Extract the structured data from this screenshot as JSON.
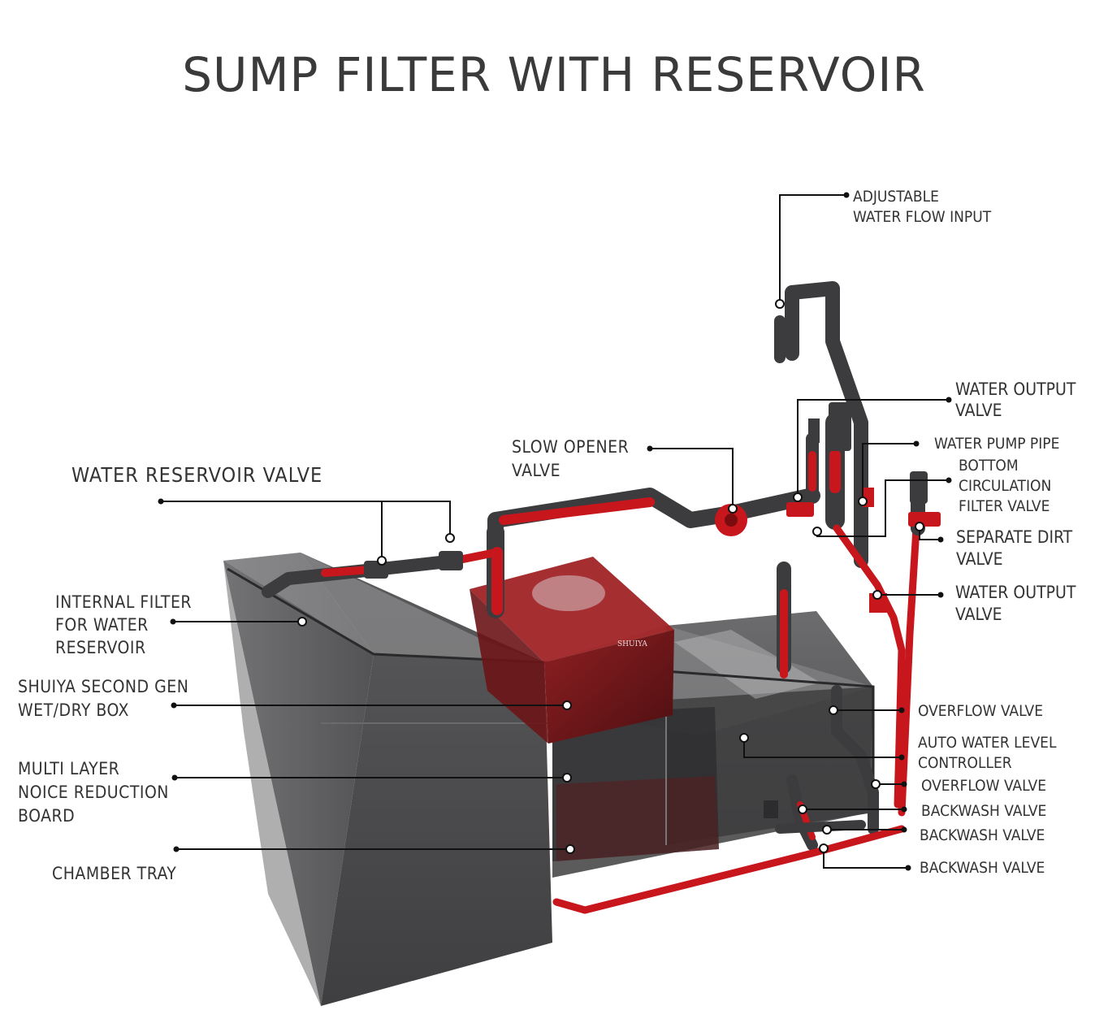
{
  "title": "SUMP FILTER WITH RESERVOIR",
  "watermark": "SHUIYA",
  "colors": {
    "pipe_red": "#c8161d",
    "pipe_dark": "#3c3c3e",
    "glass": "#5a5a5c",
    "wetdry_box": "#7a1a1c",
    "leader": "#111111"
  },
  "labels": {
    "adjustable_input": "ADJUSTABLE\nWATER FLOW INPUT",
    "water_output_valve_top": "WATER OUTPUT\nVALVE",
    "water_pump_pipe": "WATER PUMP PIPE",
    "bottom_circulation": "BOTTOM\nCIRCULATION\nFILTER VALVE",
    "separate_dirt": "SEPARATE DIRT\nVALVE",
    "water_output_valve_mid": "WATER OUTPUT\nVALVE",
    "overflow_valve_1": "OVERFLOW VALVE",
    "auto_level": "AUTO WATER LEVEL\nCONTROLLER",
    "overflow_valve_2": "OVERFLOW VALVE",
    "backwash_1": "BACKWASH VALVE",
    "backwash_2": "BACKWASH VALVE",
    "backwash_3": "BACKWASH VALVE",
    "slow_opener": "SLOW OPENER\nVALVE",
    "reservoir_valve": "WATER RESERVOIR VALVE",
    "internal_filter": "INTERNAL FILTER\nFOR WATER\nRESERVOIR",
    "wetdry_box": "SHUIYA SECOND GEN\nWET/DRY BOX",
    "noise_board": "MULTI LAYER\nNOICE REDUCTION\nBOARD",
    "chamber_tray": "CHAMBER TRAY"
  }
}
